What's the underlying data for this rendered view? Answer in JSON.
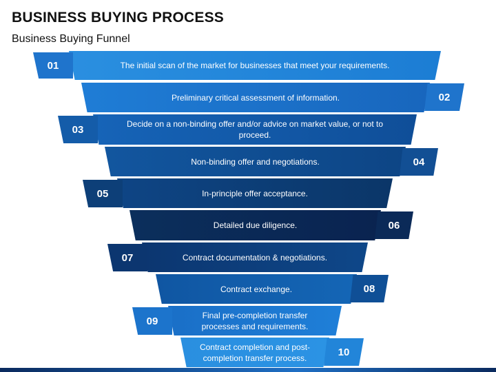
{
  "title": "BUSINESS BUYING PROCESS",
  "subtitle": "Business Buying Funnel",
  "steps": [
    {
      "number": "01",
      "text": "The initial scan of the market for businesses that meet your requirements."
    },
    {
      "number": "02",
      "text": "Preliminary critical assessment of information."
    },
    {
      "number": "03",
      "text": "Decide on a non-binding offer and/or advice on market value, or not to proceed."
    },
    {
      "number": "04",
      "text": "Non-binding offer and negotiations."
    },
    {
      "number": "05",
      "text": "In-principle offer acceptance."
    },
    {
      "number": "06",
      "text": "Detailed due diligence."
    },
    {
      "number": "07",
      "text": "Contract documentation & negotiations."
    },
    {
      "number": "08",
      "text": "Contract exchange."
    },
    {
      "number": "09",
      "text": "Final pre-completion transfer processes and requirements."
    },
    {
      "number": "10",
      "text": "Contract completion and post-completion transfer process."
    }
  ],
  "colors": {
    "band_top": "#2a8fe0",
    "band_mid": "#0c3f80",
    "band_deep": "#0a2350",
    "number_box": "#1a6fc7"
  }
}
